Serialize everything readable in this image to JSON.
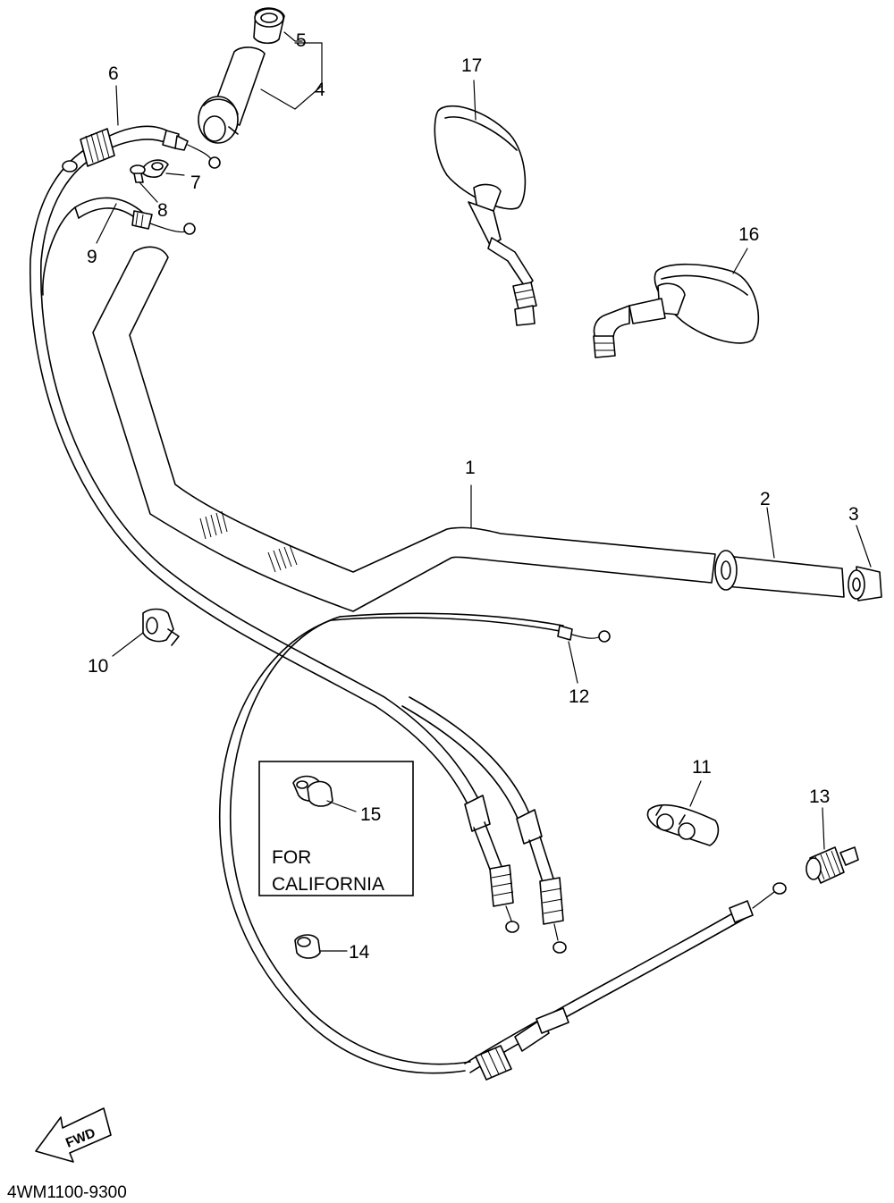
{
  "callouts": [
    {
      "id": "1",
      "label": "1"
    },
    {
      "id": "2",
      "label": "2"
    },
    {
      "id": "3",
      "label": "3"
    },
    {
      "id": "4",
      "label": "4"
    },
    {
      "id": "5",
      "label": "5"
    },
    {
      "id": "6",
      "label": "6"
    },
    {
      "id": "7",
      "label": "7"
    },
    {
      "id": "8",
      "label": "8"
    },
    {
      "id": "9",
      "label": "9"
    },
    {
      "id": "10",
      "label": "10"
    },
    {
      "id": "11",
      "label": "11"
    },
    {
      "id": "12",
      "label": "12"
    },
    {
      "id": "13",
      "label": "13"
    },
    {
      "id": "14",
      "label": "14"
    },
    {
      "id": "15",
      "label": "15"
    },
    {
      "id": "16",
      "label": "16"
    },
    {
      "id": "17",
      "label": "17"
    }
  ],
  "california_note": {
    "line1": "FOR",
    "line2": "CALIFORNIA"
  },
  "fwd_label": "FWD",
  "diagram_code": "4WM1100-9300"
}
